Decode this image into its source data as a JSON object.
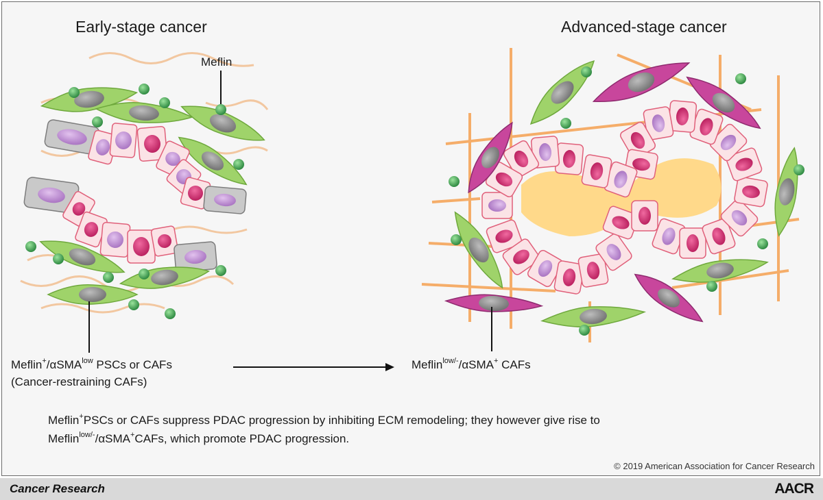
{
  "panels": {
    "early": {
      "title": "Early-stage cancer"
    },
    "advanced": {
      "title": "Advanced-stage cancer"
    }
  },
  "labels": {
    "meflin": "Meflin",
    "left_line1_a": "Meflin",
    "left_line1_sup1": "+",
    "left_line1_b": "/αSMA",
    "left_line1_sup2": "low",
    "left_line1_c": " PSCs or CAFs",
    "left_line2": "(Cancer-restraining CAFs)",
    "right_a": "Meflin",
    "right_sup1": "low/-",
    "right_b": "/αSMA",
    "right_sup2": "+",
    "right_c": " CAFs"
  },
  "caption": {
    "l1_a": "Meflin",
    "l1_sup": "+",
    "l1_b": "PSCs or CAFs suppress PDAC progression by inhibiting ECM remodeling; they however give rise to",
    "l2_a": "Meflin",
    "l2_sup1": "low/-",
    "l2_b": "/αSMA",
    "l2_sup2": "+",
    "l2_c": "CAFs, which promote PDAC progression."
  },
  "copyright": "© 2019 American Association for Cancer Research",
  "footer": {
    "journal": "Cancer Research",
    "logo": "AACR"
  },
  "colors": {
    "epithelial_fill": "#fbe3e6",
    "epithelial_border": "#e0607a",
    "nucleus_purple": "#c08ad0",
    "nucleus_magenta": "#d0306e",
    "green_caf": "#9fd36a",
    "magenta_caf": "#c8469c",
    "meflin_dot": "#3d9b4f",
    "ecm_fiber": "#f5a65a",
    "lumen": "#ffd98a",
    "footer_bg": "#d9d9d9"
  }
}
